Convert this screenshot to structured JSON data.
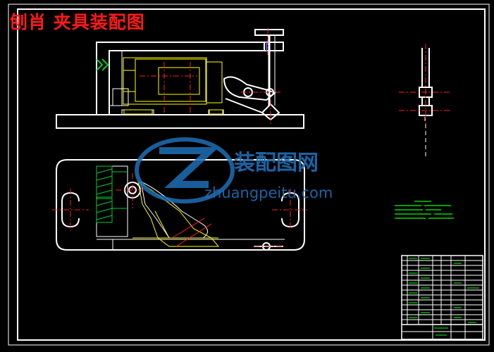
{
  "drawing": {
    "title": "刨肖 夹具装配图"
  },
  "watermark": {
    "brand": "装配图网",
    "url": "zhuangpeitu.com"
  },
  "colors": {
    "background": "#000000",
    "outline": "#ffffff",
    "title": "#ff1a1a",
    "centerline": "#ff2020",
    "part": "#ffff00",
    "section": "#00cc33",
    "notes": "#00ff00",
    "dimension": "#3355ff",
    "watermark": "#1e6fb5"
  }
}
